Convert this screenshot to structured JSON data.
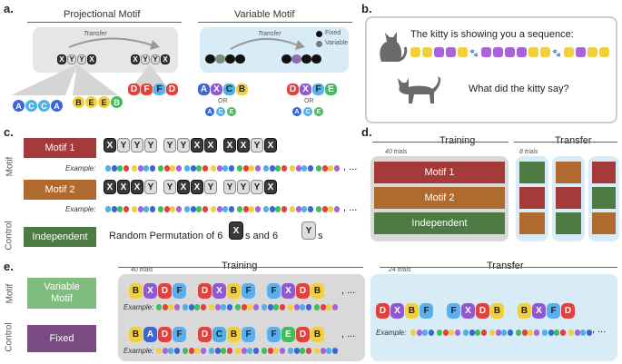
{
  "panel_a": {
    "label": "a.",
    "projectional_title": "Projectional Motif",
    "variable_title": "Variable Motif",
    "transfer_left": "Transfer",
    "transfer_right": "Transfer",
    "legend_fixed": "Fixed",
    "legend_variable": "Variable",
    "or1": "OR",
    "or2": "OR",
    "letters": {
      "x": "X",
      "y": "Y",
      "a": "A",
      "c": "C",
      "b": "B",
      "e": "E",
      "d": "D",
      "f": "F"
    }
  },
  "panel_b": {
    "label": "b.",
    "line1": "The kitty is showing you a sequence:",
    "line2": "What did the kitty say?"
  },
  "panel_c": {
    "label": "c.",
    "motif1": "Motif 1",
    "motif2": "Motif 2",
    "independent": "Independent",
    "example1": "Example:",
    "example2": "Example:",
    "random_text_a": "Random Permutation of 6",
    "random_text_b": "s and 6",
    "random_text_c": "s",
    "motif_side": "Motif",
    "control_side": "Control",
    "ellipsis1": ", ...",
    "ellipsis2": ", ...",
    "x": "X",
    "y": "Y"
  },
  "panel_d": {
    "label": "d.",
    "training": "Training",
    "transfer": "Transfer",
    "trials_train": "40 trials",
    "trials_transfer": "8 trials",
    "motif1": "Motif 1",
    "motif2": "Motif 2",
    "independent": "Independent"
  },
  "panel_e": {
    "label": "e.",
    "variable_motif": "Variable Motif",
    "fixed": "Fixed",
    "training": "Training",
    "transfer": "Transfer",
    "trials_train": "40 trials",
    "trials_transfer": "24 trials",
    "example1": "Example:",
    "example2": "Example:",
    "example3": "Example:",
    "motif_side": "Motif",
    "control_side": "Control",
    "ellipsis": ", ..."
  },
  "colors": {
    "motif1": "#a43a3a",
    "motif2": "#b06a2f",
    "independent": "#4e7a44",
    "variable_motif": "#7fbd7f",
    "fixed": "#7a4a82",
    "A": "#3b66d6",
    "B": "#f1d03c",
    "C": "#4fb0e8",
    "D": "#e4413b",
    "E": "#3fbf5a",
    "F": "#5ab0ee",
    "X": "#9159d1"
  }
}
